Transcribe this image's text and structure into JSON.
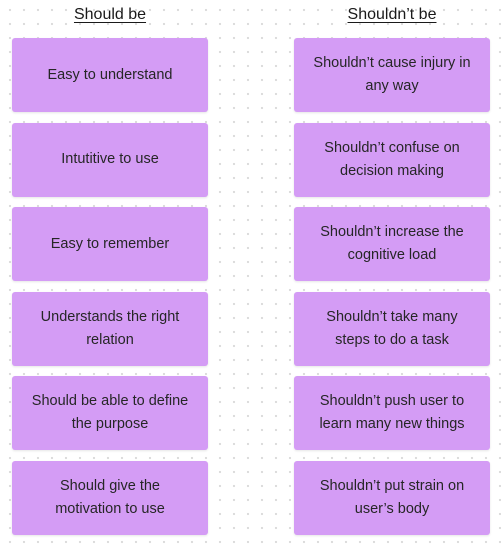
{
  "columns": [
    {
      "heading": "Should be",
      "cards": [
        "Easy to understand",
        "Intutitive to use",
        "Easy to remember",
        "Understands the right relation",
        "Should be able to define the purpose",
        "Should give the motivation to use"
      ]
    },
    {
      "heading": "Shouldn’t be",
      "cards": [
        "Shouldn’t cause injury in any way",
        "Shouldn’t confuse on decision making",
        "Shouldn’t increase the cognitive load",
        "Shouldn’t take many steps to do a task",
        "Shouldn’t push user to learn many new things",
        "Shouldn’t put strain on user’s body"
      ]
    }
  ],
  "colors": {
    "card_fill": "#d49cf5",
    "canvas_background": "#ffffff",
    "grid_dot": "#d9d9d9"
  }
}
